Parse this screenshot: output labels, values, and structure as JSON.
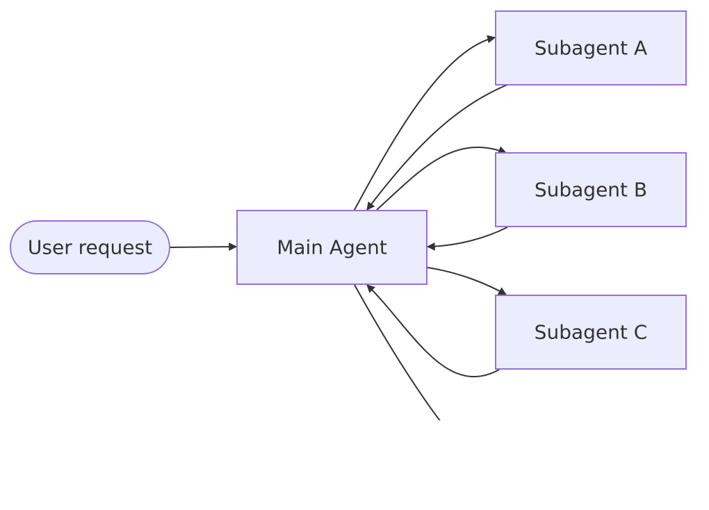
{
  "diagram": {
    "type": "flowchart",
    "direction": "left-to-right",
    "nodes": {
      "user_request": {
        "label": "User request",
        "shape": "stadium"
      },
      "main_agent": {
        "label": "Main Agent",
        "shape": "rectangle"
      },
      "subagent_a": {
        "label": "Subagent A",
        "shape": "rectangle"
      },
      "subagent_b": {
        "label": "Subagent B",
        "shape": "rectangle"
      },
      "subagent_c": {
        "label": "Subagent C",
        "shape": "rectangle"
      }
    },
    "edges": [
      {
        "from": "user_request",
        "to": "main_agent"
      },
      {
        "from": "main_agent",
        "to": "subagent_a"
      },
      {
        "from": "subagent_a",
        "to": "main_agent"
      },
      {
        "from": "main_agent",
        "to": "subagent_b"
      },
      {
        "from": "subagent_b",
        "to": "main_agent"
      },
      {
        "from": "main_agent",
        "to": "subagent_c"
      },
      {
        "from": "subagent_c",
        "to": "main_agent"
      },
      {
        "from": "main_agent",
        "to": "offscreen",
        "note": "edge fades out below, target not visible"
      }
    ],
    "colors": {
      "node_fill": "#ececff",
      "node_stroke": "#9370db",
      "edge": "#333333",
      "text": "#333333",
      "background": "#ffffff"
    }
  }
}
